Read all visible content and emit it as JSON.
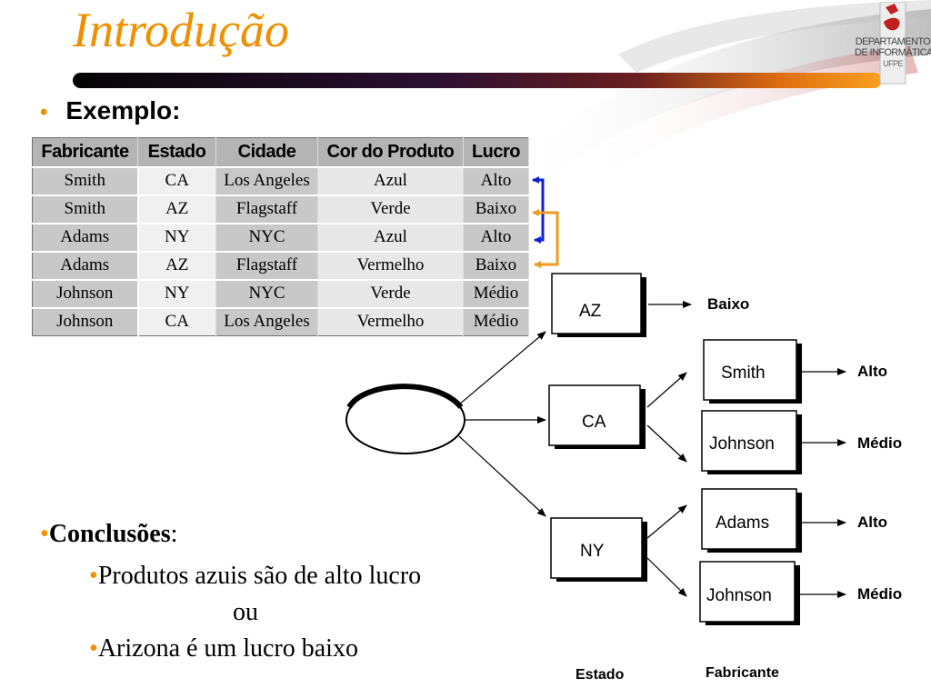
{
  "title": "Introdução",
  "logo": {
    "line1": "DEPARTAMENTO",
    "line2": "DE INFORMÁTICA",
    "line3": "UFPE"
  },
  "example_bullet": "Exemplo",
  "example_colon": ":",
  "table": {
    "headers": [
      "Fabricante",
      "Estado",
      "Cidade",
      "Cor do Produto",
      "Lucro"
    ],
    "rows": [
      [
        "Smith",
        "CA",
        "Los Angeles",
        "Azul",
        "Alto"
      ],
      [
        "Smith",
        "AZ",
        "Flagstaff",
        "Verde",
        "Baixo"
      ],
      [
        "Adams",
        "NY",
        "NYC",
        "Azul",
        "Alto"
      ],
      [
        "Adams",
        "AZ",
        "Flagstaff",
        "Vermelho",
        "Baixo"
      ],
      [
        "Johnson",
        "NY",
        "NYC",
        "Verde",
        "Médio"
      ],
      [
        "Johnson",
        "CA",
        "Los Angeles",
        "Vermelho",
        "Médio"
      ]
    ]
  },
  "bracket_colors": {
    "blue": "#1020d0",
    "orange": "#f09a20"
  },
  "tree": {
    "states": [
      {
        "label": "AZ",
        "result": "Baixo"
      },
      {
        "label": "CA",
        "manufacturers": [
          {
            "label": "Smith",
            "result": "Alto"
          },
          {
            "label": "Johnson",
            "result": "Médio"
          }
        ]
      },
      {
        "label": "NY",
        "manufacturers": [
          {
            "label": "Adams",
            "result": "Alto"
          },
          {
            "label": "Johnson",
            "result": "Médio"
          }
        ]
      }
    ],
    "level_labels": {
      "state": "Estado",
      "manufacturer": "Fabricante"
    }
  },
  "conclusions": {
    "bullet": "•",
    "heading": "Conclusões",
    "heading_suffix": ":",
    "line1": "Produtos azuis são de alto lucro",
    "or": "ou",
    "line2": "Arizona é um lucro baixo"
  },
  "colors": {
    "title": "#f09000",
    "bullet": "#f09000",
    "bar": "#1a1a2e"
  }
}
